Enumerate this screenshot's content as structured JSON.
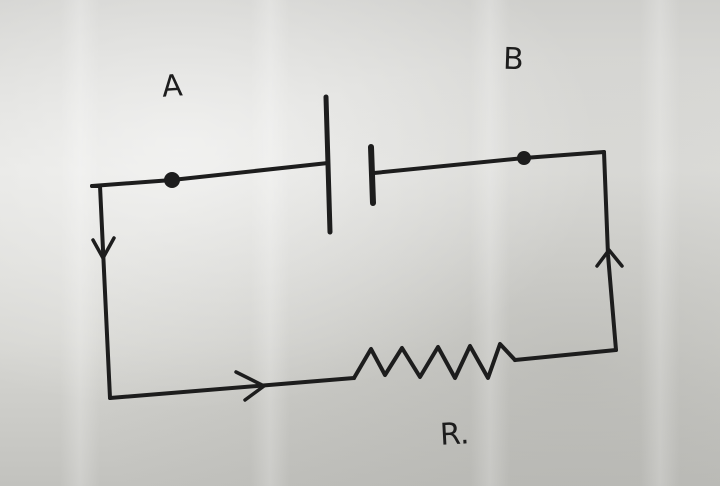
{
  "diagram": {
    "labels": {
      "terminal_a": "A",
      "terminal_b": "B",
      "resistor": "R."
    },
    "colors": {
      "ink": "#1d1d1d",
      "paper": "#dcdcd8"
    }
  }
}
